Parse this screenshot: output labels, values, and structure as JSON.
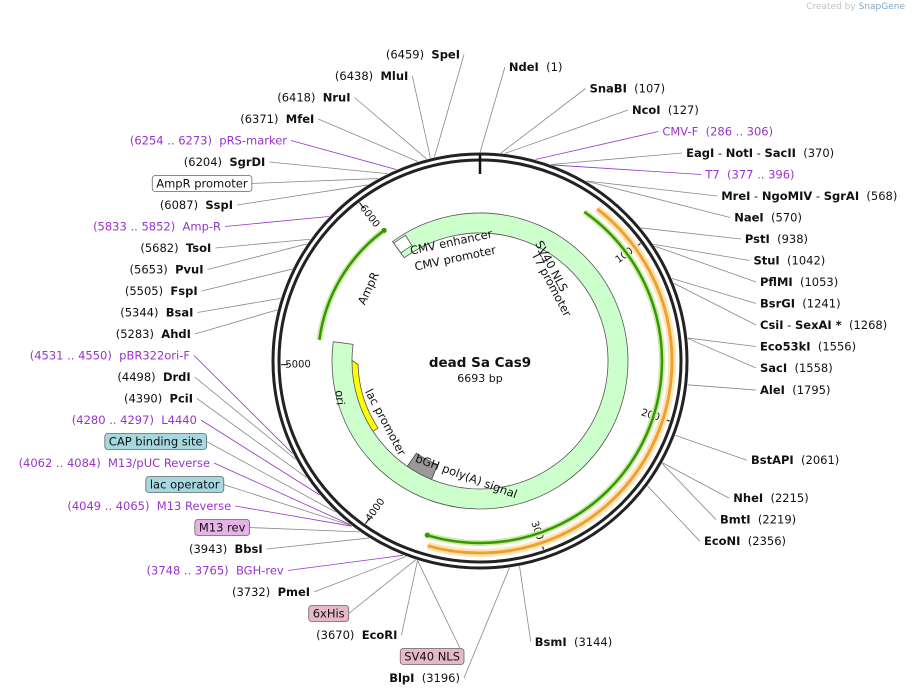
{
  "credit": {
    "prefix": "Created by",
    "brand": "SnapGene"
  },
  "plasmid": {
    "name": "dead Sa Cas9",
    "length": "6693 bp",
    "total_bp": 6693
  },
  "ticks": [
    {
      "bp": 1000,
      "label": "1000"
    },
    {
      "bp": 2000,
      "label": "2000"
    },
    {
      "bp": 3000,
      "label": "3000"
    },
    {
      "bp": 4000,
      "label": "4000"
    },
    {
      "bp": 5000,
      "label": "5000"
    },
    {
      "bp": 6000,
      "label": "6000"
    }
  ],
  "sites": [
    {
      "side": "R",
      "bp": 1,
      "parts": [
        {
          "t": "NdeI",
          "b": true
        },
        {
          "t": "  (1)"
        }
      ]
    },
    {
      "side": "R",
      "bp": 107,
      "parts": [
        {
          "t": "SnaBI",
          "b": true
        },
        {
          "t": "  (107)"
        }
      ]
    },
    {
      "side": "R",
      "bp": 127,
      "parts": [
        {
          "t": "NcoI",
          "b": true
        },
        {
          "t": "  (127)"
        }
      ]
    },
    {
      "side": "R",
      "bp": 286,
      "feature": true,
      "parts": [
        {
          "t": "CMV-F"
        },
        {
          "t": "  (286 .. 306)"
        }
      ]
    },
    {
      "side": "R",
      "bp": 370,
      "parts": [
        {
          "t": "EagI",
          "b": true
        },
        {
          "t": " - "
        },
        {
          "t": "NotI",
          "b": true
        },
        {
          "t": " - "
        },
        {
          "t": "SacII",
          "b": true
        },
        {
          "t": "  (370)"
        }
      ]
    },
    {
      "side": "R",
      "bp": 377,
      "feature": true,
      "parts": [
        {
          "t": "T7"
        },
        {
          "t": "  (377 .. 396)"
        }
      ]
    },
    {
      "side": "R",
      "bp": 568,
      "parts": [
        {
          "t": "MreI",
          "b": true
        },
        {
          "t": " - "
        },
        {
          "t": "NgoMIV",
          "b": true
        },
        {
          "t": " - "
        },
        {
          "t": "SgrAI",
          "b": true
        },
        {
          "t": "  (568)"
        }
      ]
    },
    {
      "side": "R",
      "bp": 570,
      "parts": [
        {
          "t": "NaeI",
          "b": true
        },
        {
          "t": "  (570)"
        }
      ]
    },
    {
      "side": "R",
      "bp": 938,
      "parts": [
        {
          "t": "PstI",
          "b": true
        },
        {
          "t": "  (938)"
        }
      ]
    },
    {
      "side": "R",
      "bp": 1042,
      "parts": [
        {
          "t": "StuI",
          "b": true
        },
        {
          "t": "  (1042)"
        }
      ]
    },
    {
      "side": "R",
      "bp": 1053,
      "parts": [
        {
          "t": "PflMI",
          "b": true
        },
        {
          "t": "  (1053)"
        }
      ]
    },
    {
      "side": "R",
      "bp": 1241,
      "parts": [
        {
          "t": "BsrGI",
          "b": true
        },
        {
          "t": "  (1241)"
        }
      ]
    },
    {
      "side": "R",
      "bp": 1268,
      "parts": [
        {
          "t": "CsiI",
          "b": true
        },
        {
          "t": " - "
        },
        {
          "t": "SexAI *",
          "b": true
        },
        {
          "t": "  (1268)"
        }
      ]
    },
    {
      "side": "R",
      "bp": 1556,
      "parts": [
        {
          "t": "Eco53kI",
          "b": true
        },
        {
          "t": "  (1556)"
        }
      ]
    },
    {
      "side": "R",
      "bp": 1558,
      "parts": [
        {
          "t": "SacI",
          "b": true
        },
        {
          "t": "  (1558)"
        }
      ]
    },
    {
      "side": "R",
      "bp": 1795,
      "parts": [
        {
          "t": "AleI",
          "b": true
        },
        {
          "t": "  (1795)"
        }
      ]
    },
    {
      "side": "R",
      "bp": 2061,
      "parts": [
        {
          "t": "BstAPI",
          "b": true
        },
        {
          "t": "  (2061)"
        }
      ]
    },
    {
      "side": "R",
      "bp": 2215,
      "parts": [
        {
          "t": "NheI",
          "b": true
        },
        {
          "t": "  (2215)"
        }
      ]
    },
    {
      "side": "R",
      "bp": 2219,
      "parts": [
        {
          "t": "BmtI",
          "b": true
        },
        {
          "t": "  (2219)"
        }
      ]
    },
    {
      "side": "R",
      "bp": 2356,
      "parts": [
        {
          "t": "EcoNI",
          "b": true
        },
        {
          "t": "  (2356)"
        }
      ]
    },
    {
      "side": "R",
      "bp": 3144,
      "parts": [
        {
          "t": "BsmI",
          "b": true
        },
        {
          "t": "  (3144)"
        }
      ]
    },
    {
      "side": "L",
      "bp": 3196,
      "parts": [
        {
          "t": "BlpI",
          "b": true
        },
        {
          "t": "  (3196)"
        }
      ]
    },
    {
      "side": "L",
      "bp": 3670,
      "parts": [
        {
          "t": "(3670)  "
        },
        {
          "t": "EcoRI",
          "b": true
        }
      ]
    },
    {
      "side": "L",
      "bp": 3670,
      "box": "pink",
      "parts": [
        {
          "t": "SV40 NLS"
        }
      ]
    },
    {
      "side": "L",
      "bp": 3680,
      "box": "pink",
      "parts": [
        {
          "t": "6xHis"
        }
      ]
    },
    {
      "side": "L",
      "bp": 3732,
      "parts": [
        {
          "t": "(3732)  "
        },
        {
          "t": "PmeI",
          "b": true
        }
      ]
    },
    {
      "side": "L",
      "bp": 3748,
      "feature": true,
      "parts": [
        {
          "t": "(3748 .. 3765)  BGH-rev"
        }
      ]
    },
    {
      "side": "L",
      "bp": 3943,
      "parts": [
        {
          "t": "(3943)  "
        },
        {
          "t": "BbsI",
          "b": true
        }
      ]
    },
    {
      "side": "L",
      "bp": 4000,
      "box": "purple",
      "parts": [
        {
          "t": "M13 rev"
        }
      ]
    },
    {
      "side": "L",
      "bp": 4049,
      "feature": true,
      "parts": [
        {
          "t": "(4049 .. 4065)  M13 Reverse"
        }
      ]
    },
    {
      "side": "L",
      "bp": 4055,
      "box": "blue",
      "parts": [
        {
          "t": "lac operator"
        }
      ]
    },
    {
      "side": "L",
      "bp": 4062,
      "feature": true,
      "parts": [
        {
          "t": "(4062 .. 4084)  M13/pUC Reverse"
        }
      ]
    },
    {
      "side": "L",
      "bp": 4160,
      "box": "blue",
      "parts": [
        {
          "t": "CAP binding site"
        }
      ]
    },
    {
      "side": "L",
      "bp": 4280,
      "feature": true,
      "parts": [
        {
          "t": "(4280 .. 4297)  L4440"
        }
      ]
    },
    {
      "side": "L",
      "bp": 4390,
      "parts": [
        {
          "t": "(4390)  "
        },
        {
          "t": "PciI",
          "b": true
        }
      ]
    },
    {
      "side": "L",
      "bp": 4498,
      "parts": [
        {
          "t": "(4498)  "
        },
        {
          "t": "DrdI",
          "b": true
        }
      ]
    },
    {
      "side": "L",
      "bp": 4531,
      "feature": true,
      "parts": [
        {
          "t": "(4531 .. 4550)  pBR322ori-F"
        }
      ]
    },
    {
      "side": "L",
      "bp": 5283,
      "parts": [
        {
          "t": "(5283)  "
        },
        {
          "t": "AhdI",
          "b": true
        }
      ]
    },
    {
      "side": "L",
      "bp": 5344,
      "parts": [
        {
          "t": "(5344)  "
        },
        {
          "t": "BsaI",
          "b": true
        }
      ]
    },
    {
      "side": "L",
      "bp": 5505,
      "parts": [
        {
          "t": "(5505)  "
        },
        {
          "t": "FspI",
          "b": true
        }
      ]
    },
    {
      "side": "L",
      "bp": 5653,
      "parts": [
        {
          "t": "(5653)  "
        },
        {
          "t": "PvuI",
          "b": true
        }
      ]
    },
    {
      "side": "L",
      "bp": 5682,
      "parts": [
        {
          "t": "(5682)  "
        },
        {
          "t": "TsoI",
          "b": true
        }
      ]
    },
    {
      "side": "L",
      "bp": 5833,
      "feature": true,
      "parts": [
        {
          "t": "(5833 .. 5852)  Amp-R"
        }
      ]
    },
    {
      "side": "L",
      "bp": 6087,
      "parts": [
        {
          "t": "(6087)  "
        },
        {
          "t": "SspI",
          "b": true
        }
      ]
    },
    {
      "side": "L",
      "bp": 6150,
      "box": "white",
      "parts": [
        {
          "t": "AmpR promoter"
        }
      ]
    },
    {
      "side": "L",
      "bp": 6204,
      "parts": [
        {
          "t": "(6204)  "
        },
        {
          "t": "SgrDI",
          "b": true
        }
      ]
    },
    {
      "side": "L",
      "bp": 6254,
      "feature": true,
      "parts": [
        {
          "t": "(6254 .. 6273)  pRS-marker"
        }
      ]
    },
    {
      "side": "L",
      "bp": 6371,
      "parts": [
        {
          "t": "(6371)  "
        },
        {
          "t": "MfeI",
          "b": true
        }
      ]
    },
    {
      "side": "L",
      "bp": 6418,
      "parts": [
        {
          "t": "(6418)  "
        },
        {
          "t": "NruI",
          "b": true
        }
      ]
    },
    {
      "side": "L",
      "bp": 6438,
      "parts": [
        {
          "t": "(6438)  "
        },
        {
          "t": "MluI",
          "b": true
        }
      ]
    },
    {
      "side": "L",
      "bp": 6459,
      "parts": [
        {
          "t": "(6459)  "
        },
        {
          "t": "SpeI",
          "b": true
        }
      ]
    }
  ],
  "features": [
    {
      "name": "CMV enhancer",
      "start": 1,
      "end": 304,
      "type": "enhancer",
      "color": "#ffffff"
    },
    {
      "name": "CMV promoter",
      "start": 305,
      "end": 508,
      "type": "promoter",
      "color": "#ffffff"
    },
    {
      "name": "T7 promoter",
      "start": 377,
      "end": 396,
      "type": "promoter",
      "color": "#ffffff"
    },
    {
      "name": "SV40 NLS",
      "start": 520,
      "end": 560,
      "type": "nls",
      "color": "#c9768f"
    },
    {
      "name": "dead Sa Cas9",
      "start": 700,
      "end": 3640,
      "type": "cds",
      "color": "#ffcc66"
    },
    {
      "name": "SV40 NLS",
      "start": 3660,
      "end": 3690,
      "type": "nls",
      "color": "#c9768f"
    },
    {
      "name": "6xHis",
      "start": 3700,
      "end": 3718,
      "type": "tag",
      "color": "#c9768f"
    },
    {
      "name": "bGH poly(A) signal",
      "start": 3760,
      "end": 3990,
      "type": "polyA",
      "color": "#999999"
    },
    {
      "name": "lac promoter",
      "start": 4081,
      "end": 4111,
      "type": "promoter",
      "color": "#ffffff"
    },
    {
      "name": "ori",
      "start": 4400,
      "end": 4988,
      "type": "origin",
      "color": "#ffff00"
    },
    {
      "name": "AmpR",
      "start": 5159,
      "end": 6019,
      "type": "cds",
      "color": "#ccffcc"
    },
    {
      "name": "AmpR promoter",
      "start": 6020,
      "end": 6124,
      "type": "promoter",
      "color": "#ffffff"
    }
  ],
  "orfs": [
    {
      "start": 650,
      "end": 3660,
      "r": 182,
      "color": "#339900"
    },
    {
      "start": 5159,
      "end": 6019,
      "r": 162,
      "color": "#339900"
    }
  ],
  "colors": {
    "backbone": "#222222",
    "feature_text": "#9933cc",
    "site_text": "#111111",
    "leader": "#888888",
    "leader_feature": "#9933cc",
    "box_pink": "#e6b8c8",
    "box_blue": "#a6d8e0",
    "box_purple": "#e5b3e6",
    "box_white": "#ffffff"
  }
}
